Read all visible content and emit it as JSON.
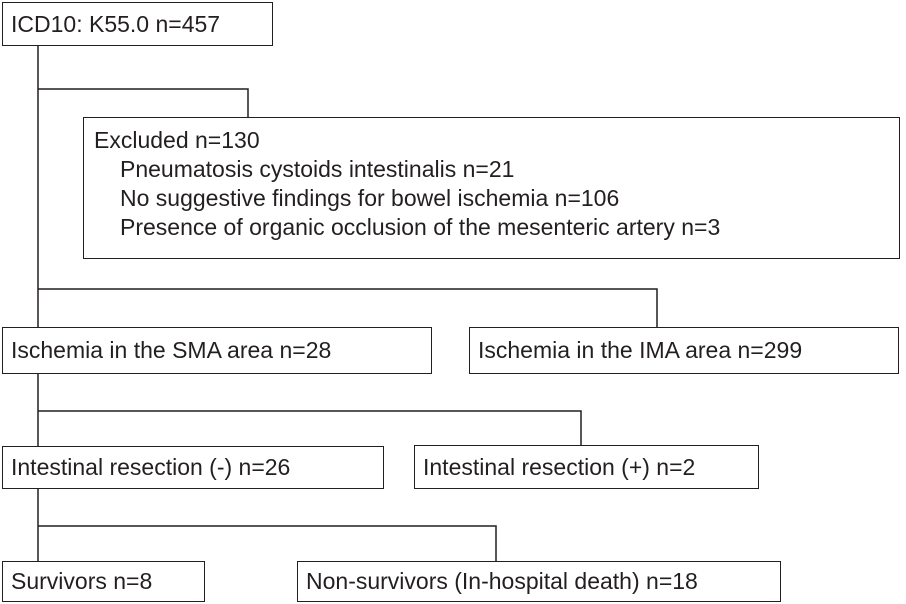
{
  "flowchart": {
    "root": {
      "label": "ICD10: K55.0  n=457"
    },
    "excluded": {
      "title": "Excluded  n=130",
      "reasons": [
        "Pneumatosis cystoids intestinalis  n=21",
        "No suggestive findings for bowel ischemia  n=106",
        "Presence of organic occlusion of the mesenteric artery  n=3"
      ]
    },
    "sma": {
      "label": "Ischemia in the SMA area  n=28"
    },
    "ima": {
      "label": "Ischemia  in the IMA area  n=299"
    },
    "resection_neg": {
      "label": "Intestinal resection (-)  n=26"
    },
    "resection_pos": {
      "label": "Intestinal resection (+)  n=2"
    },
    "survivors": {
      "label": "Survivors  n=8"
    },
    "non_survivors": {
      "label": "Non-survivors (In-hospital death) n=18"
    }
  },
  "colors": {
    "line": "#231f20",
    "background": "#ffffff"
  }
}
